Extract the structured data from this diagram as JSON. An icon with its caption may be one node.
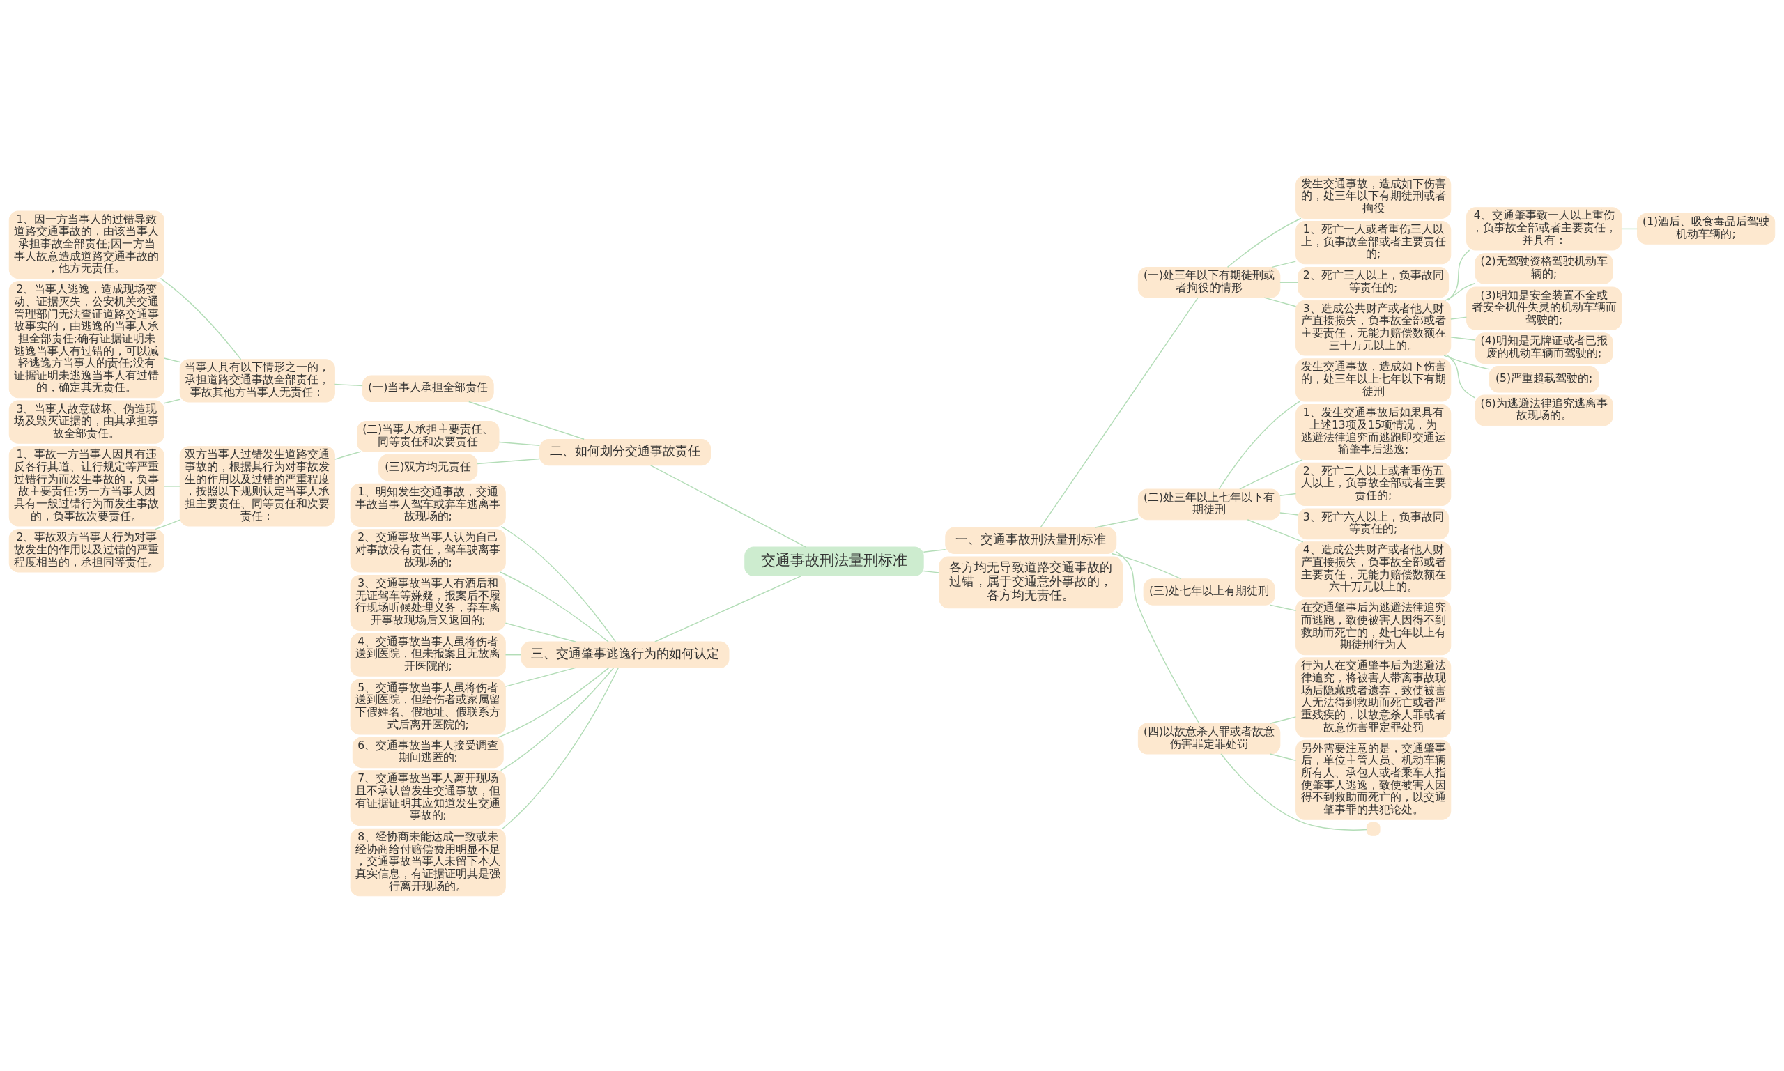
{
  "diagram": {
    "nodes": [
      {
        "text": [
          "交通事故刑法量刑标准"
        ]
      },
      {
        "text": [
          "一、交通事故刑法量刑标准"
        ]
      },
      {
        "text": [
          "(一)处三年以下有期徒刑或者拘役的情形"
        ]
      },
      {
        "text": [
          "发生交通事故，造成如下伤害的，处三年以下有期徒刑或者拘役"
        ]
      },
      {
        "text": [
          "1、死亡一人或者重伤三人以上，负事故全部或者主要责任的;"
        ]
      },
      {
        "text": [
          "2、死亡三人以上，负事故同等责任的;"
        ]
      },
      {
        "text": [
          "3、造成公共财产或者他人财产直接损失，负事故全部或者主要责任，无能力赔偿数额在三十万元以上的。"
        ]
      },
      {
        "text": [
          "4、交通肇事致一人以上重伤，负事故全部或者主要责任，并具有："
        ]
      },
      {
        "text": [
          "(1)酒后、吸食毒品后驾驶机动车辆的;"
        ]
      },
      {
        "text": [
          "(2)无驾驶资格驾驶机动车辆的;"
        ]
      },
      {
        "text": [
          "(3)明知是安全装置不全或者安全机件失灵的机动车辆而驾驶的;"
        ]
      },
      {
        "text": [
          "(4)明知是无牌证或者已报废的机动车辆而驾驶的;"
        ]
      },
      {
        "text": [
          "(5)严重超载驾驶的;"
        ]
      },
      {
        "text": [
          "(6)为逃避法律追究逃离事故现场的。"
        ]
      },
      {
        "text": [
          "(二)处三年以上七年以下有期徒刑"
        ]
      },
      {
        "text": [
          "发生交通事故，造成如下伤害的，处三年以上七年以下有期徒刑"
        ]
      },
      {
        "text": [
          "1、发生交通事故后如果具有上述13项及15项情况，为逃避法律追究而逃跑即交通运输肇事后逃逸;"
        ]
      },
      {
        "text": [
          "2、死亡二人以上或者重伤五人以上，负事故全部或者主要责任的;"
        ]
      },
      {
        "text": [
          "3、死亡六人以上，负事故同等责任的;"
        ]
      },
      {
        "text": [
          "4、造成公共财产或者他人财产直接损失，负事故全部或者主要责任，无能力赔偿数额在六十万元以上的。"
        ]
      },
      {
        "text": [
          "(三)处七年以上有期徒刑"
        ]
      },
      {
        "text": [
          "在交通肇事后为逃避法律追究而逃跑，致使被害人因得不到救助而死亡的，处七年以上有期徒刑行为人"
        ]
      },
      {
        "text": [
          "(四)以故意杀人罪或者故意伤害罪定罪处罚"
        ]
      },
      {
        "text": [
          "行为人在交通肇事后为逃避法律追究，将被害人带离事故现场后隐藏或者遗弃，致使被害人无法得到救助而死亡或者严重残疾的，以故意杀人罪或者故意伤害罪定罪处罚"
        ]
      },
      {
        "text": [
          "另外需要注意的是，交通肇事后，单位主管人员、机动车辆所有人、承包人或者乘车人指使肇事人逃逸，致使被害人因得不到救助而死亡的，以交通肇事罪的共犯论处。"
        ]
      },
      {
        "text": [],
        "shape": "box"
      },
      {
        "text": [
          "二、如何划分交通事故责任"
        ]
      },
      {
        "text": [
          "(一)当事人承担全部责任"
        ]
      },
      {
        "text": [
          "当事人具有以下情形之一的，承担道路交通事故全部责任，事故其他方当事人无责任："
        ]
      },
      {
        "text": [
          "1、因一方当事人的过错导致道路交通事故的，由该当事人承担事故全部责任;因一方当事人故意造成道路交通事故的，他方无责任。"
        ]
      },
      {
        "text": [
          "2、当事人逃逸，造成现场变动、证据灭失，公安机关交通管理部门无法查证道路交通事故事实的，由逃逸的当事人承担全部责任;确有证据证明未逃逸当事人有过错的，可以减轻逃逸方当事人的责任;没有证据证明未逃逸当事人有过错的，确定其无责任。"
        ]
      },
      {
        "text": [
          "3、当事人故意破坏、伪造现场及毁灭证据的，由其承担事故全部责任。"
        ]
      },
      {
        "text": [
          "(二)当事人承担主要责任、同等责任和次要责任"
        ]
      },
      {
        "text": [
          "双方当事人过错发生道路交通事故的，根据其行为对事故发生的作用以及过错的严重程度，按照以下规则认定当事人承担主要责任、同等责任和次要责任："
        ]
      },
      {
        "text": [
          "1、事故一方当事人因具有违反各行其道、让行规定等严重过错行为而发生事故的，负事故主要责任;另一方当事人因具有一般过错行为而发生事故的，负事故次要责任。"
        ]
      },
      {
        "text": [
          "2、事故双方当事人行为对事故发生的作用以及过错的严重程度相当的，承担同等责任。"
        ]
      },
      {
        "text": [
          "(三)双方均无责任"
        ]
      },
      {
        "text": [
          "三、交通肇事逃逸行为的如何认定"
        ]
      },
      {
        "text": [
          "1、明知发生交通事故，交通事故当事人驾车或弃车逃离事故现场的;"
        ]
      },
      {
        "text": [
          "2、交通事故当事人认为自己对事故没有责任，驾车驶离事故现场的;"
        ]
      },
      {
        "text": [
          "3、交通事故当事人有酒后和无证驾车等嫌疑，报案后不履行现场听候处理义务，弃车离开事故现场后又返回的;"
        ]
      },
      {
        "text": [
          "4、交通事故当事人虽将伤者送到医院，但未报案且无故离开医院的;"
        ]
      },
      {
        "text": [
          "5、交通事故当事人虽将伤者送到医院，但给伤者或家属留下假姓名、假地址、假联系方式后离开医院的;"
        ]
      },
      {
        "text": [
          "6、交通事故当事人接受调查期间逃匿的;"
        ]
      },
      {
        "text": [
          "7、交通事故当事人离开现场且不承认曾发生交通事故，但有证据证明其应知道发生交通事故的;"
        ]
      },
      {
        "text": [
          "8、经协商未能达成一致或未经协商给付赔偿费用明显不足，交通事故当事人未留下本人真实信息，有证据证明其是强行离开现场的。"
        ]
      },
      {
        "text": [
          "各方均无导致道路交通事故的过错，属于交通意外事故的，各方均无责任。"
        ]
      }
    ],
    "edges": [
      {
        "from": 0,
        "to": 1,
        "arrow": "none"
      },
      {
        "from": 1,
        "to": 2,
        "arrow": "none"
      },
      {
        "from": 2,
        "to": 3,
        "arrow": "none"
      },
      {
        "from": 2,
        "to": 4,
        "arrow": "none"
      },
      {
        "from": 2,
        "to": 5,
        "arrow": "none"
      },
      {
        "from": 2,
        "to": 6,
        "arrow": "none"
      },
      {
        "from": 6,
        "to": 7,
        "arrow": "none"
      },
      {
        "from": 7,
        "to": 8,
        "arrow": "none"
      },
      {
        "from": 6,
        "to": 9,
        "arrow": "none"
      },
      {
        "from": 6,
        "to": 10,
        "arrow": "none"
      },
      {
        "from": 6,
        "to": 11,
        "arrow": "none"
      },
      {
        "from": 6,
        "to": 12,
        "arrow": "none"
      },
      {
        "from": 6,
        "to": 13,
        "arrow": "none"
      },
      {
        "from": 1,
        "to": 14,
        "arrow": "none"
      },
      {
        "from": 14,
        "to": 15,
        "arrow": "none"
      },
      {
        "from": 14,
        "to": 16,
        "arrow": "none"
      },
      {
        "from": 14,
        "to": 17,
        "arrow": "none"
      },
      {
        "from": 14,
        "to": 18,
        "arrow": "none"
      },
      {
        "from": 14,
        "to": 19,
        "arrow": "none"
      },
      {
        "from": 1,
        "to": 20,
        "arrow": "none"
      },
      {
        "from": 20,
        "to": 21,
        "arrow": "none"
      },
      {
        "from": 1,
        "to": 22,
        "arrow": "none"
      },
      {
        "from": 22,
        "to": 23,
        "arrow": "none"
      },
      {
        "from": 22,
        "to": 24,
        "arrow": "none"
      },
      {
        "from": 22,
        "to": 25,
        "arrow": "none"
      },
      {
        "from": 0,
        "to": 26,
        "arrow": "none"
      },
      {
        "from": 26,
        "to": 27,
        "arrow": "none"
      },
      {
        "from": 27,
        "to": 28,
        "arrow": "none"
      },
      {
        "from": 28,
        "to": 29,
        "arrow": "none"
      },
      {
        "from": 28,
        "to": 30,
        "arrow": "none"
      },
      {
        "from": 28,
        "to": 31,
        "arrow": "none"
      },
      {
        "from": 26,
        "to": 32,
        "arrow": "none"
      },
      {
        "from": 32,
        "to": 33,
        "arrow": "none"
      },
      {
        "from": 33,
        "to": 34,
        "arrow": "none"
      },
      {
        "from": 33,
        "to": 35,
        "arrow": "none"
      },
      {
        "from": 26,
        "to": 36,
        "arrow": "none"
      },
      {
        "from": 0,
        "to": 37,
        "arrow": "none"
      },
      {
        "from": 37,
        "to": 38,
        "arrow": "none"
      },
      {
        "from": 37,
        "to": 39,
        "arrow": "none"
      },
      {
        "from": 37,
        "to": 40,
        "arrow": "none"
      },
      {
        "from": 37,
        "to": 41,
        "arrow": "none"
      },
      {
        "from": 37,
        "to": 42,
        "arrow": "none"
      },
      {
        "from": 37,
        "to": 43,
        "arrow": "none"
      },
      {
        "from": 37,
        "to": 44,
        "arrow": "none"
      },
      {
        "from": 37,
        "to": 45,
        "arrow": "none"
      },
      {
        "from": 0,
        "to": 46,
        "arrow": "none"
      }
    ]
  }
}
